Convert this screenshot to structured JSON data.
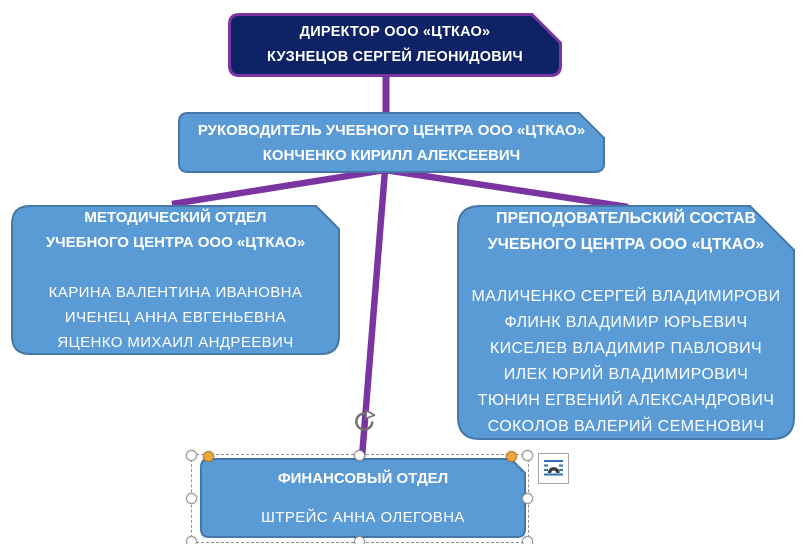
{
  "app_context": "word-document-smartart-org-chart",
  "colors": {
    "canvas_bg": "#FFFFFF",
    "director_fill": "#0E2365",
    "director_border": "#7A35A3",
    "node_fill": "#5B9BD5",
    "node_border": "#4577A9",
    "connector": "#7A35A3",
    "text": "#FFFFFF",
    "selection_handle_fill": "#FFFFFF",
    "adjust_handle_fill": "#EFA43C"
  },
  "org_chart": {
    "nodes": {
      "director": {
        "title": "ДИРЕКТОР ООО «ЦТКАО»",
        "person": "КУЗНЕЦОВ СЕРГЕЙ ЛЕОНИДОВИЧ"
      },
      "head": {
        "title": "РУКОВОДИТЕЛЬ УЧЕБНОГО ЦЕНТРА ООО «ЦТКАО»",
        "person": "КОНЧЕНКО КИРИЛЛ АЛЕКСЕЕВИЧ"
      },
      "methodical": {
        "title_lines": [
          "МЕТОДИЧЕСКИЙ ОТДЕЛ",
          "УЧЕБНОГО ЦЕНТРА ООО «ЦТКАО»"
        ],
        "members": [
          "КАРИНА ВАЛЕНТИНА ИВАНОВНА",
          "ИЧЕНЕЦ АННА ЕВГЕНЬЕВНА",
          "ЯЦЕНКО МИХАИЛ АНДРЕЕВИЧ"
        ]
      },
      "teachers": {
        "title_lines": [
          "ПРЕПОДОВАТЕЛЬСКИЙ СОСТАВ",
          "УЧЕБНОГО ЦЕНТРА ООО «ЦТКАО»"
        ],
        "members": [
          "МАЛИЧЕНКО СЕРГЕЙ ВЛАДИМИРОВИ",
          "ФЛИНК ВЛАДИМИР ЮРЬЕВИЧ",
          "КИСЕЛЕВ ВЛАДИМИР ПАВЛОВИЧ",
          "ИЛЕК ЮРИЙ ВЛАДИМИРОВИЧ",
          "ТЮНИН ЕГВЕНИЙ АЛЕКСАНДРОВИЧ",
          "СОКОЛОВ ВАЛЕРИЙ СЕМЕНОВИЧ"
        ]
      },
      "finance": {
        "title": "ФИНАНСОВЫЙ ОТДЕЛ",
        "members": [
          "ШТРЕЙС АННА ОЛЕГОВНА"
        ]
      }
    }
  },
  "selection": {
    "selected_node": "finance",
    "handles": [
      "rotate",
      "top-left",
      "top-center",
      "top-right",
      "mid-left",
      "mid-right",
      "bottom-left",
      "bottom-center",
      "bottom-right",
      "adjust-left",
      "adjust-right"
    ],
    "icons": {
      "rotate_handle": "rotate-clockwise-icon",
      "layout_options_button": "text-wrap-layout-options-icon"
    }
  }
}
